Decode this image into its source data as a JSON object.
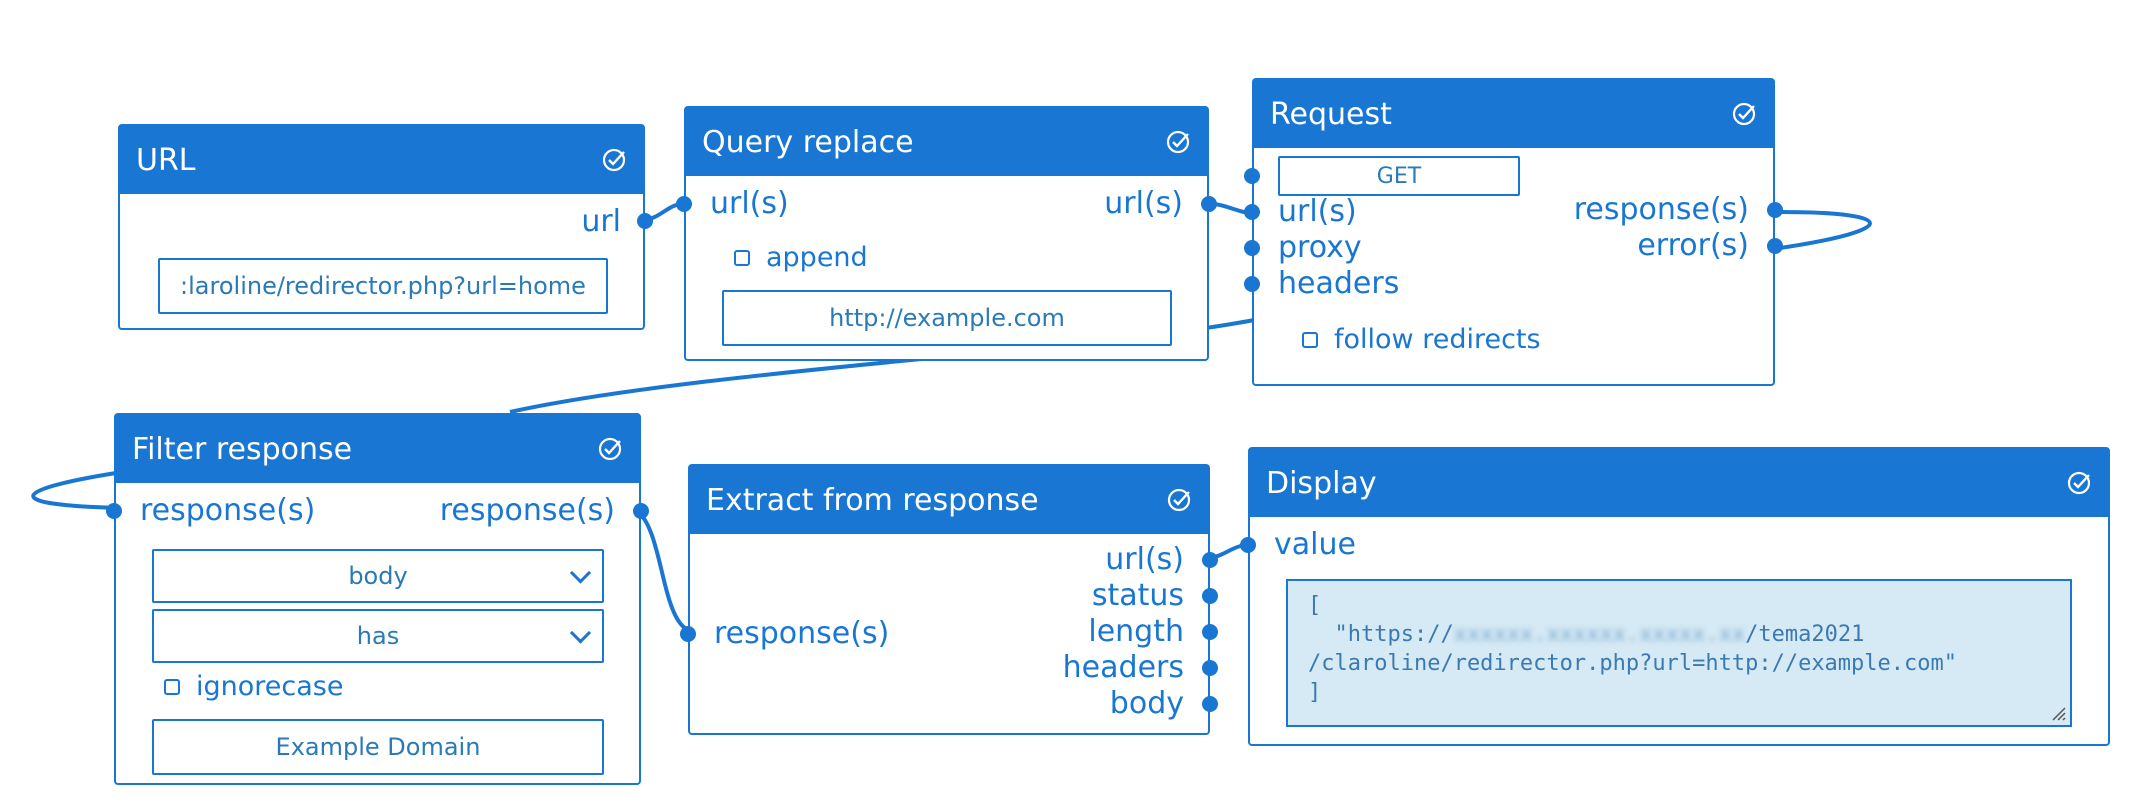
{
  "colors": {
    "accent": "#1976d2",
    "display_bg": "#d6eaf5"
  },
  "nodes": {
    "url": {
      "title": "URL",
      "out_url": "url",
      "input_value": ":laroline/redirector.php?url=home"
    },
    "query_replace": {
      "title": "Query replace",
      "in_urls": "url(s)",
      "out_urls": "url(s)",
      "append_label": "append",
      "input_value": "http://example.com"
    },
    "request": {
      "title": "Request",
      "method": "GET",
      "in_urls": "url(s)",
      "in_proxy": "proxy",
      "in_headers": "headers",
      "out_responses": "response(s)",
      "out_errors": "error(s)",
      "follow_label": "follow redirects"
    },
    "filter_response": {
      "title": "Filter response",
      "in_responses": "response(s)",
      "out_responses": "response(s)",
      "select_field": "body",
      "select_op": "has",
      "ignorecase_label": "ignorecase",
      "input_value": "Example Domain"
    },
    "extract": {
      "title": "Extract from response",
      "in_responses": "response(s)",
      "out_urls": "url(s)",
      "out_status": "status",
      "out_length": "length",
      "out_headers": "headers",
      "out_body": "body"
    },
    "display": {
      "title": "Display",
      "in_value": "value",
      "line1": "[",
      "line2_prefix": "  \"https://",
      "line2_blurred": "xxxxxx.xxxxxx.xxxxx.xx",
      "line2_suffix": "/tema2021",
      "line3": "/claroline/redirector.php?url=http://example.com\"",
      "line4": "]"
    }
  },
  "icons": {
    "node_status": "check-circle-icon",
    "resize": "resize-grip-icon"
  }
}
